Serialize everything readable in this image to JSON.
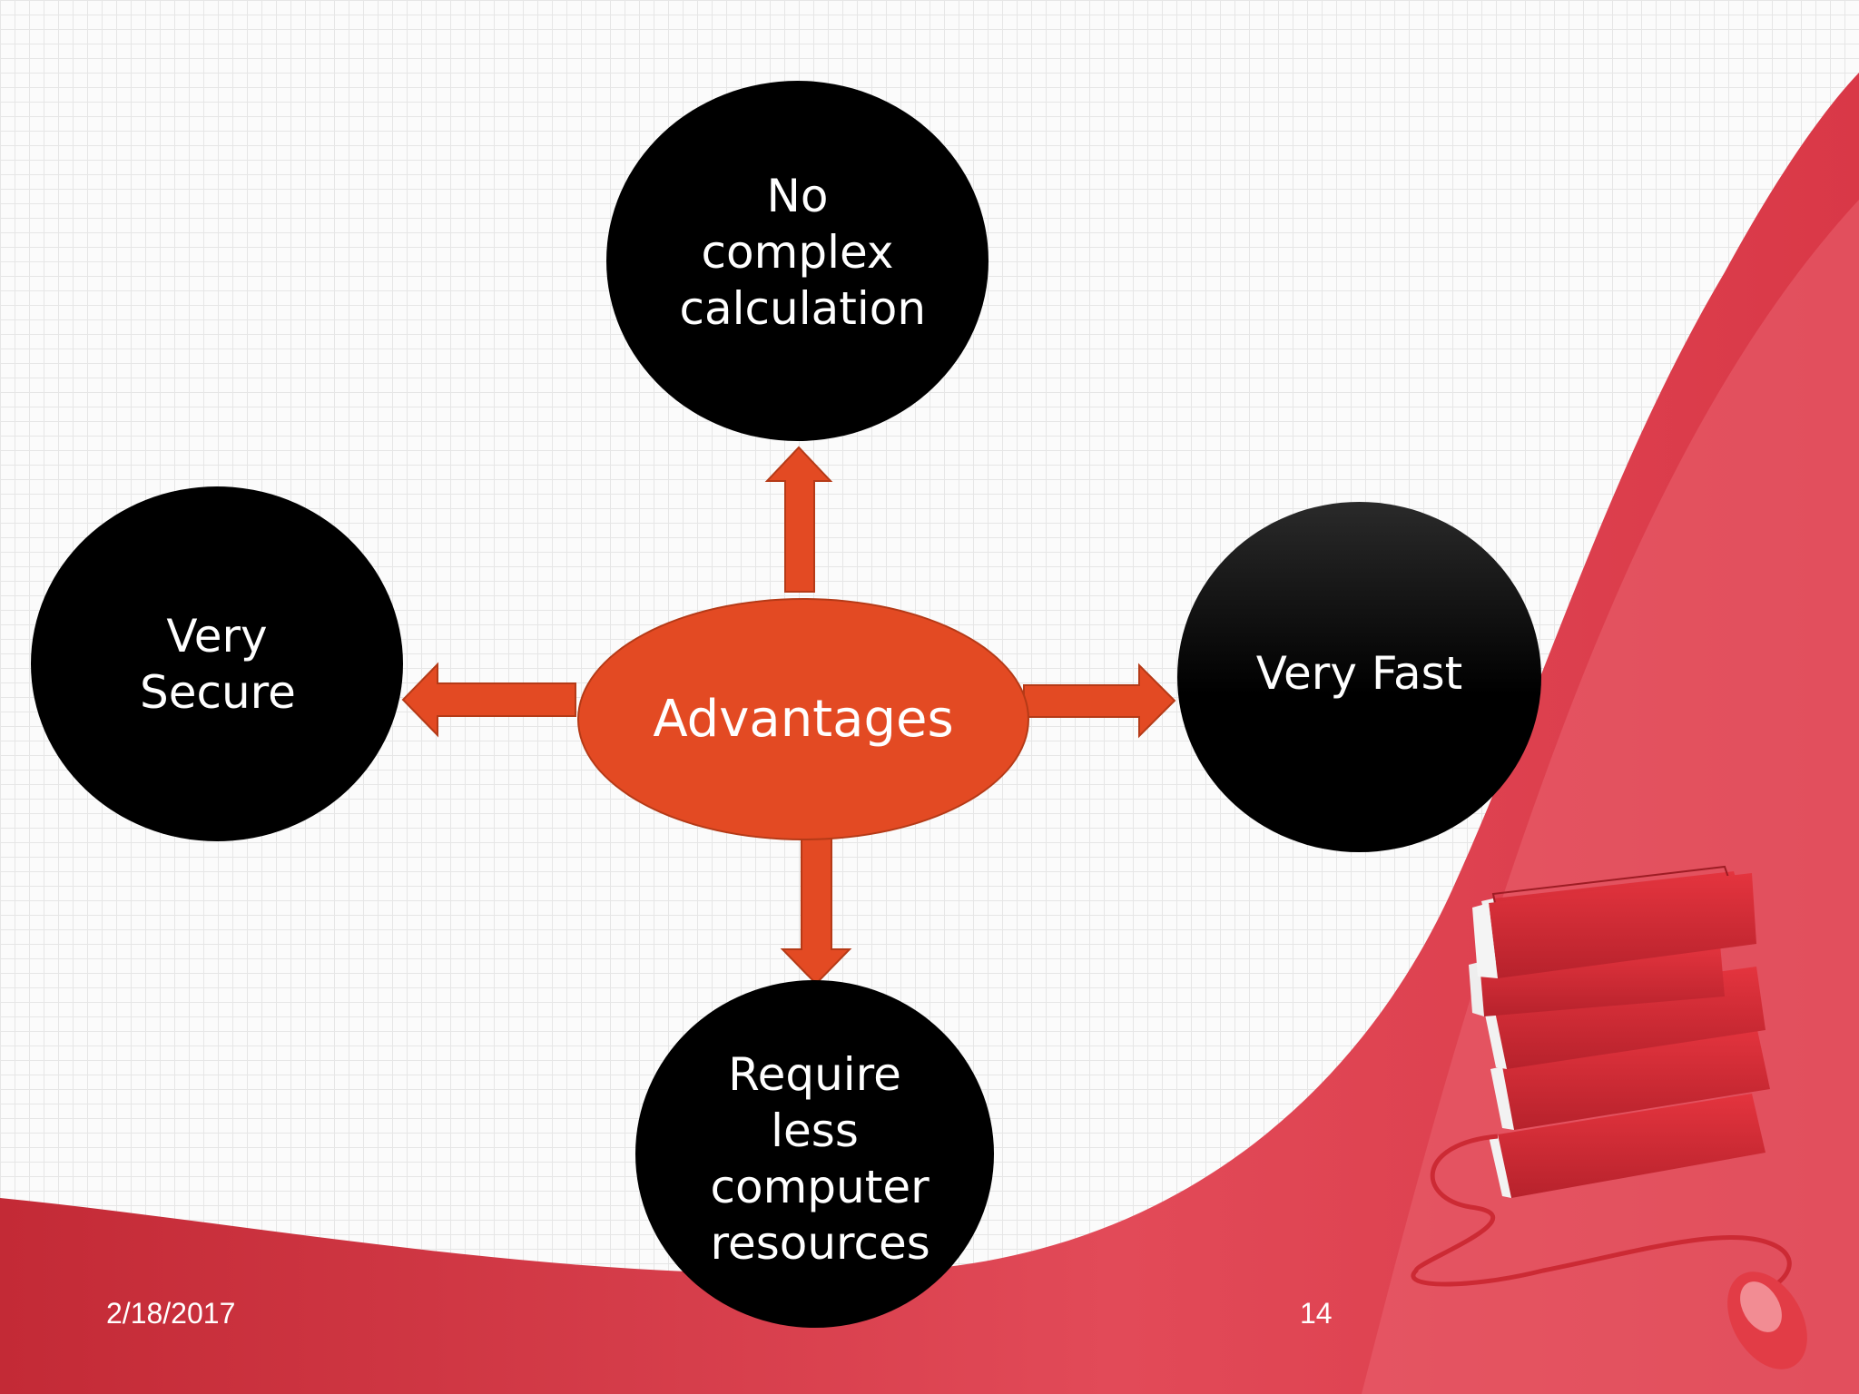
{
  "center": {
    "label": "Advantages"
  },
  "nodes": {
    "top": "No complex calculation",
    "left": "Very Secure",
    "right": "Very Fast",
    "bottom": "Require less computer resources"
  },
  "footer": {
    "date": "2/18/2017",
    "page_number": "14"
  },
  "colors": {
    "center_fill": "#e34a23",
    "node_fill": "#000000",
    "accent_red": "#d63a48"
  },
  "decor": [
    "book-stack-image",
    "computer-mouse-image"
  ]
}
